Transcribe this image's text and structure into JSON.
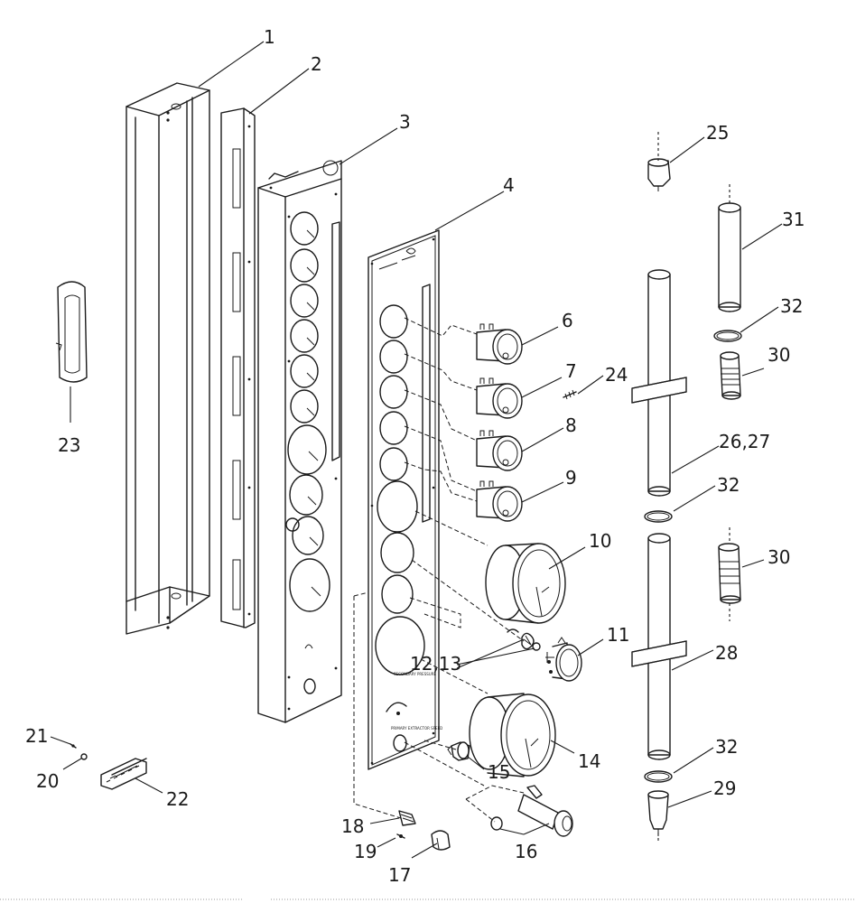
{
  "callouts": {
    "c1": "1",
    "c2": "2",
    "c3": "3",
    "c4": "4",
    "c6": "6",
    "c7": "7",
    "c8": "8",
    "c9": "9",
    "c10": "10",
    "c11": "11",
    "c12_13": "12,13",
    "c14": "14",
    "c15": "15",
    "c16": "16",
    "c17": "17",
    "c18": "18",
    "c19": "19",
    "c20": "20",
    "c21": "21",
    "c22": "22",
    "c23": "23",
    "c24": "24",
    "c25": "25",
    "c26_27": "26,27",
    "c28": "28",
    "c29": "29",
    "c30a": "30",
    "c30b": "30",
    "c31": "31",
    "c32a": "32",
    "c32b": "32",
    "c32c": "32"
  },
  "panel_labels": {
    "secondary_pressure": "SECONDARY PRESSURE",
    "primary_extractor_speed": "PRIMARY EXTRACTOR SPEED"
  }
}
